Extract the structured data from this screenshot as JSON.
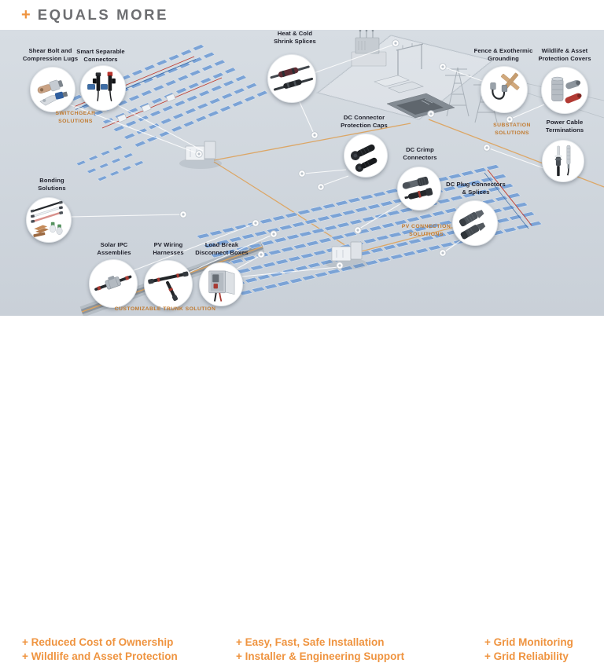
{
  "header": {
    "plus": "+",
    "title": "EQUALS MORE"
  },
  "colors": {
    "accent_orange": "#EF9440",
    "category_orange": "#C17A2F",
    "title_gray": "#6D6E71",
    "label_navy": "#1D1E29",
    "scene_background": "#CFD6DE",
    "panel_blue": "#7BA3D6",
    "cable_tan": "#DDA45F"
  },
  "callouts": [
    {
      "id": "shear-bolt-lugs",
      "label": "Shear Bolt and\nCompression Lugs",
      "icon": "compression-lugs-illustration"
    },
    {
      "id": "smart-separable-connectors",
      "label": "Smart Separable\nConnectors",
      "icon": "separable-connectors-illustration"
    },
    {
      "id": "heat-cold-shrink-splices",
      "label": "Heat & Cold\nShrink Splices",
      "icon": "shrink-splices-illustration"
    },
    {
      "id": "fence-exothermic-grounding",
      "label": "Fence & Exothermic\nGrounding",
      "icon": "grounding-illustration"
    },
    {
      "id": "wildlife-asset-protection-covers",
      "label": "Wildlife & Asset\nProtection Covers",
      "icon": "protection-covers-illustration"
    },
    {
      "id": "power-cable-terminations",
      "label": "Power Cable\nTerminations",
      "icon": "terminations-illustration"
    },
    {
      "id": "dc-connector-protection-caps",
      "label": "DC Connector\nProtection Caps",
      "icon": "protection-caps-illustration"
    },
    {
      "id": "dc-crimp-connectors",
      "label": "DC Crimp\nConnectors",
      "icon": "crimp-connectors-illustration"
    },
    {
      "id": "dc-plug-connectors-splices",
      "label": "DC Plug Connectors\n& Splices",
      "icon": "plug-connectors-illustration"
    },
    {
      "id": "bonding-solutions",
      "label": "Bonding\nSolutions",
      "icon": "bonding-illustration"
    },
    {
      "id": "solar-ipc-assemblies",
      "label": "Solar IPC\nAssemblies",
      "icon": "ipc-assemblies-illustration"
    },
    {
      "id": "pv-wiring-harnesses",
      "label": "PV Wiring\nHarnesses",
      "icon": "wiring-harness-illustration"
    },
    {
      "id": "load-break-disconnect-boxes",
      "label": "Load Break\nDisconnect Boxes",
      "icon": "disconnect-box-illustration"
    }
  ],
  "categories": [
    {
      "id": "switchgear-solutions",
      "label": "SWITCHGEAR\nSOLUTIONS"
    },
    {
      "id": "substation-solutions",
      "label": "SUBSTATION\nSOLUTIONS"
    },
    {
      "id": "pv-connection-solutions",
      "label": "PV CONNECTION\nSOLUTIONS"
    },
    {
      "id": "customizable-trunk-solution",
      "label": "CUSTOMIZABLE TRUNK SOLUTION"
    }
  ],
  "footer": {
    "columns": [
      [
        "+ Reduced Cost of Ownership",
        "+ Wildlife and Asset Protection"
      ],
      [
        "+ Easy, Fast, Safe Installation",
        "+ Installer & Engineering Support"
      ],
      [
        "+ Grid Monitoring",
        "+ Grid Reliability"
      ]
    ]
  }
}
